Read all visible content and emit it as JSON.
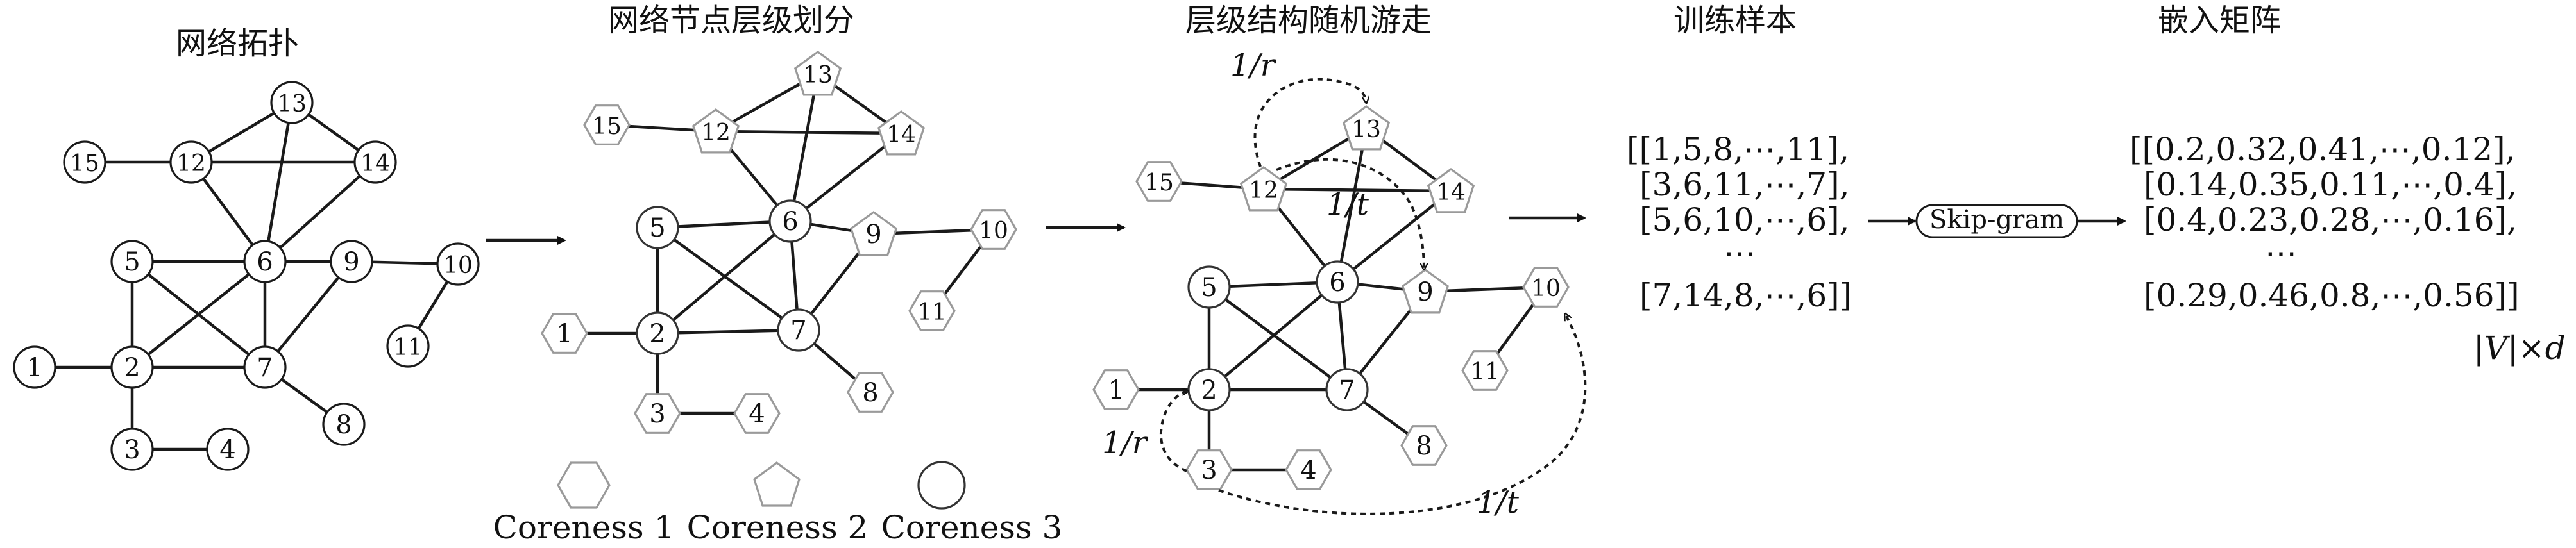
{
  "titles": {
    "p1": "网络拓扑",
    "p2": "网络节点层级划分",
    "p3": "层级结构随机游走",
    "p4": "训练样本",
    "p5": "嵌入矩阵"
  },
  "legend": {
    "core1": "Coreness 1",
    "core2": "Coreness 2",
    "core3": "Coreness 3"
  },
  "walk_labels": {
    "top_r": "1/r",
    "mid_t": "1/t",
    "left_r": "1/r",
    "bottom_t": "1/t"
  },
  "samples": {
    "rows": [
      "[[1,5,8,⋯,11],",
      "[3,6,11,⋯,7],",
      "[5,6,10,⋯,6],",
      "⋯",
      "[7,14,8,⋯,6]]"
    ]
  },
  "skipgram_label": "Skip-gram",
  "embeddings": {
    "rows": [
      "[[0.2,0.32,0.41,⋯,0.12],",
      "[0.14,0.35,0.11,⋯,0.4],",
      "[0.4,0.23,0.28,⋯,0.16],",
      "⋯",
      "[0.29,0.46,0.8,⋯,0.56]]"
    ],
    "dimension": "|V|×d"
  },
  "graph": {
    "node_labels": [
      "1",
      "2",
      "3",
      "4",
      "5",
      "6",
      "7",
      "8",
      "9",
      "10",
      "11",
      "12",
      "13",
      "14",
      "15"
    ],
    "coreness": {
      "1": 1,
      "2": 3,
      "3": 1,
      "4": 1,
      "5": 3,
      "6": 3,
      "7": 3,
      "8": 1,
      "9": 2,
      "10": 1,
      "11": 1,
      "12": 2,
      "13": 2,
      "14": 2,
      "15": 1
    },
    "edges": [
      [
        1,
        2
      ],
      [
        2,
        3
      ],
      [
        3,
        4
      ],
      [
        2,
        5
      ],
      [
        2,
        6
      ],
      [
        2,
        7
      ],
      [
        5,
        6
      ],
      [
        5,
        7
      ],
      [
        6,
        7
      ],
      [
        6,
        9
      ],
      [
        7,
        9
      ],
      [
        7,
        8
      ],
      [
        6,
        12
      ],
      [
        6,
        13
      ],
      [
        6,
        14
      ],
      [
        9,
        10
      ],
      [
        10,
        11
      ],
      [
        12,
        15
      ],
      [
        12,
        13
      ],
      [
        12,
        14
      ],
      [
        13,
        14
      ]
    ]
  }
}
